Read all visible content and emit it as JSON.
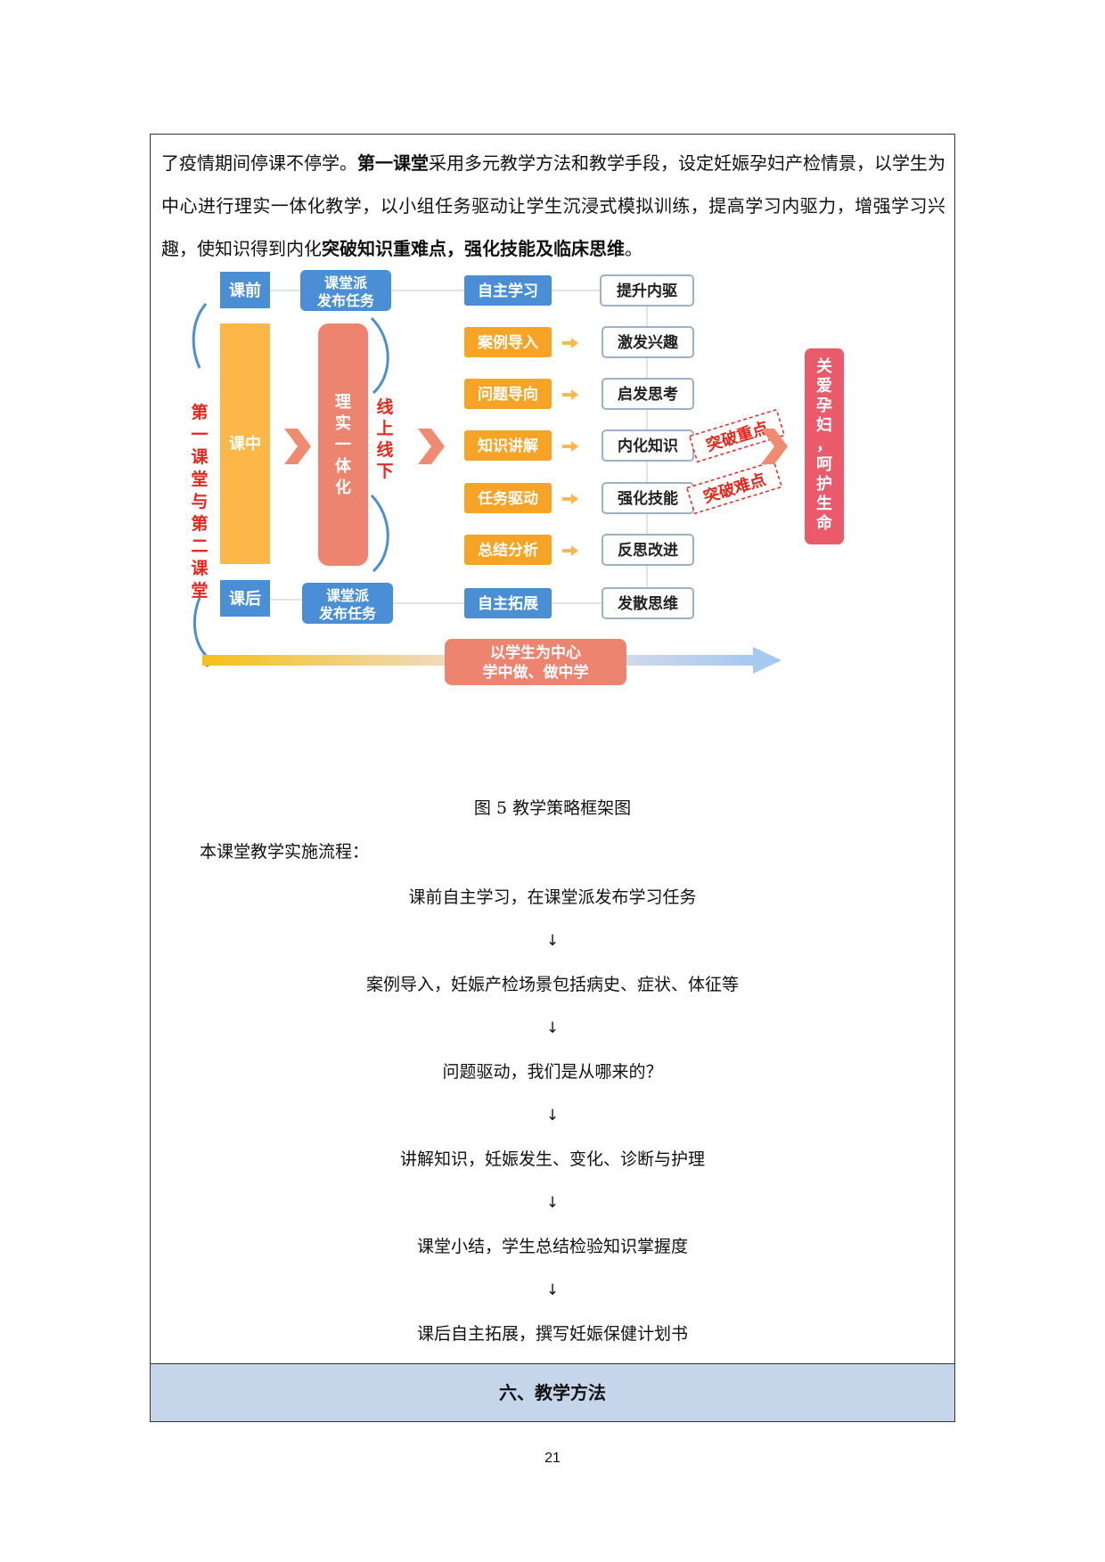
{
  "paragraph": {
    "t1": "了疫情期间停课不停学。",
    "b1": "第一课堂",
    "t2": "采用多元教学方法和教学手段，设定妊娠孕妇产检情景，以学生为中心进行理实一体化教学，以小组任务驱动让学生沉浸式模拟训练，提高学习内驱力，增强学习兴趣，使知识得到内化",
    "b2": "突破知识重难点，强化技能及临床思维",
    "t3": "。"
  },
  "diagram": {
    "left_vertical": [
      "第",
      "一",
      "课",
      "堂",
      "与",
      "第",
      "二",
      "课",
      "堂"
    ],
    "phases": {
      "pre": "课前",
      "mid": "课中",
      "post": "课后"
    },
    "platform_pre": [
      "课堂派",
      "发布任务"
    ],
    "platform_post": [
      "课堂派",
      "发布任务"
    ],
    "integration": [
      "理",
      "实",
      "一",
      "体",
      "化"
    ],
    "online_offline": [
      "线",
      "上",
      "线",
      "下"
    ],
    "activities": [
      "自主学习",
      "案例导入",
      "问题导向",
      "知识讲解",
      "任务驱动",
      "总结分析",
      "自主拓展"
    ],
    "outcomes": [
      "提升内驱",
      "激发兴趣",
      "启发思考",
      "内化知识",
      "强化技能",
      "反思改进",
      "发散思维"
    ],
    "stamps": [
      "突破重点",
      "突破难点"
    ],
    "goal": [
      "关",
      "爱",
      "孕",
      "妇",
      "，",
      "呵",
      "护",
      "生",
      "命"
    ],
    "bottom_banner": [
      "以学生为中心",
      "学中做、做中学"
    ],
    "colors": {
      "blue": "#4a8fd6",
      "orange": "#f7a326",
      "yellow": "#fbb848",
      "salmon": "#ec8470",
      "pink": "#e95a6b",
      "red_text": "#e8261c"
    }
  },
  "caption": "图 5  教学策略框架图",
  "intro": "本课堂教学实施流程：",
  "flow": [
    "课前自主学习，在课堂派发布学习任务",
    "案例导入，妊娠产检场景包括病史、症状、体征等",
    "问题驱动，我们是从哪来的？",
    "讲解知识，妊娠发生、变化、诊断与护理",
    "课堂小结，学生总结检验知识掌握度",
    "课后自主拓展，撰写妊娠保健计划书"
  ],
  "flow_arrow": "↓",
  "section_heading": "六、教学方法",
  "page_number": "21"
}
